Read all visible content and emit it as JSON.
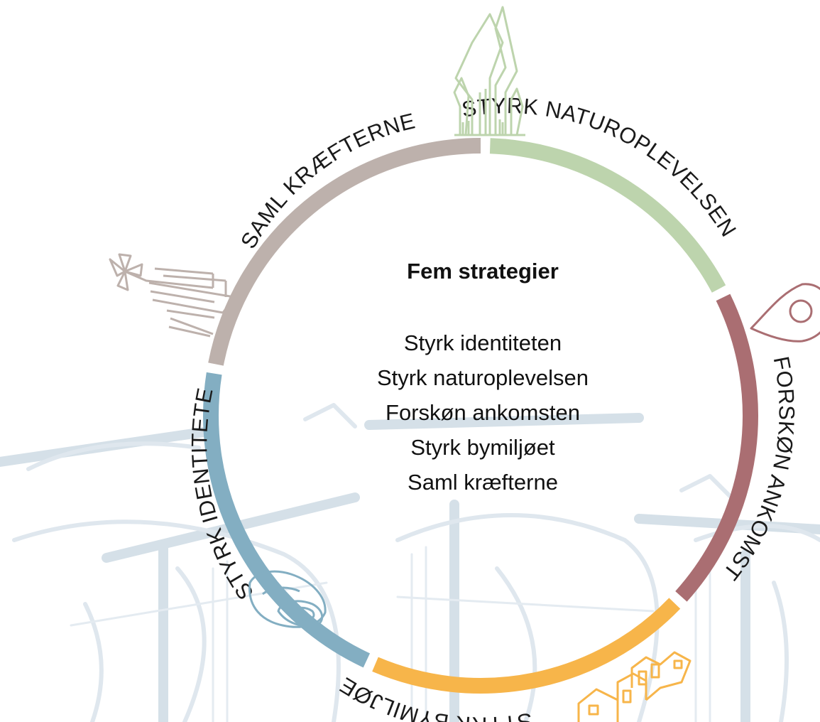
{
  "center": {
    "title": "Fem strategier",
    "items": [
      "Styrk identiteten",
      "Styrk naturoplevelsen",
      "Forskøn ankomsten",
      "Styrk bymiljøet",
      "Saml kræfterne"
    ]
  },
  "segments": [
    {
      "id": "natur",
      "label": "STYRK NATUROPLEVELSEN",
      "color": "#bdd4ad",
      "icon": "trees-icon"
    },
    {
      "id": "ankomst",
      "label": "FORSKØN ANKOMSTEN",
      "color": "#aa6e72",
      "icon": "location-pin-icon"
    },
    {
      "id": "by",
      "label": "STYRK BYMILJØET",
      "color": "#f7b54a",
      "icon": "houses-icon"
    },
    {
      "id": "identitet",
      "label": "STYRK IDENTITETEN",
      "color": "#83aec2",
      "icon": "oyster-icon"
    },
    {
      "id": "kraefter",
      "label": "SAML KRÆFTERNE",
      "color": "#bdb1ac",
      "icon": "windmill-icon"
    }
  ],
  "colors": {
    "background_ship": "#d5e0e8",
    "text": "#111111"
  }
}
